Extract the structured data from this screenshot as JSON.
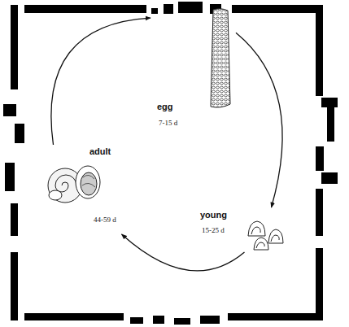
{
  "diagram": {
    "nodes": [
      {
        "text": [
          "egg",
          "7-15 d"
        ]
      },
      {
        "text": [
          "young",
          "15-25 d"
        ]
      },
      {
        "text": [
          "adult",
          "44-59 d"
        ]
      }
    ],
    "edges": [
      {
        "from": 0,
        "to": 1,
        "arrow": "to"
      },
      {
        "from": 1,
        "to": 2,
        "arrow": "to"
      },
      {
        "from": 2,
        "to": 0,
        "arrow": "to"
      }
    ]
  }
}
